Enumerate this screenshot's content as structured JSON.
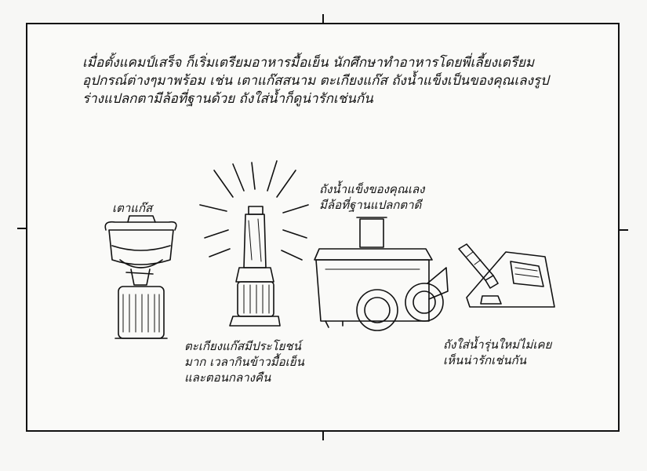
{
  "paragraph": "เมื่อตั้งแคมป์เสร็จ ก็เริ่มเตรียมอาหารมื้อเย็น นักศึกษาทำอาหารโดยพี่เลี้ยงเตรียมอุปกรณ์ต่างๆมาพร้อม เช่น เตาแก๊สสนาม ตะเกียงแก๊ส ถังน้ำแข็งเป็นของคุณเลงรูปร่างแปลกตามีล้อที่ฐานด้วย ถังใส่น้ำก็ดูน่ารักเช่นกัน",
  "captions": {
    "stove": "เตาแก๊ส",
    "lantern": [
      "ตะเกียงแก๊สมีประโยชน์",
      "มาก เวลากินข้าวมื้อเย็น",
      "และตอนกลางคืน"
    ],
    "cooler": [
      "ถังน้ำแข็งของคุณเลง",
      "มีล้อที่ฐานแปลกตาดี"
    ],
    "water_tank": [
      "ถังใส่น้ำรุ่นใหม่ไม่เคย",
      "เห็นน่ารักเช่นกัน"
    ]
  }
}
